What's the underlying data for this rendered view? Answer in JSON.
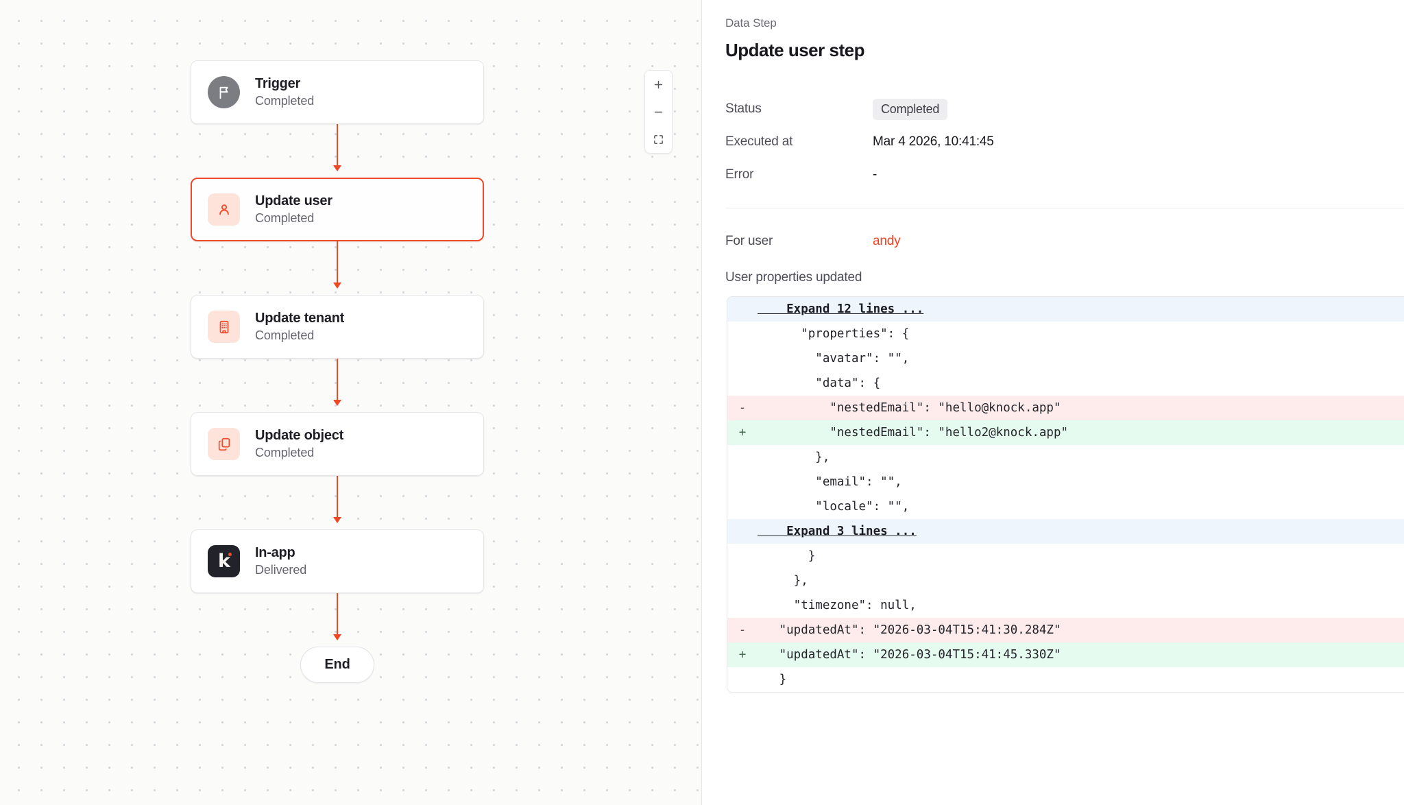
{
  "canvas": {
    "nodes": [
      {
        "title": "Trigger",
        "status": "Completed",
        "icon": "flag-icon",
        "icon_style": "grey",
        "selected": false
      },
      {
        "title": "Update user",
        "status": "Completed",
        "icon": "user-icon",
        "icon_style": "peach",
        "selected": true
      },
      {
        "title": "Update tenant",
        "status": "Completed",
        "icon": "building-icon",
        "icon_style": "peach",
        "selected": false
      },
      {
        "title": "Update object",
        "status": "Completed",
        "icon": "copy-icon",
        "icon_style": "peach",
        "selected": false
      },
      {
        "title": "In-app",
        "status": "Delivered",
        "icon": "knock-logo-icon",
        "icon_style": "dark",
        "selected": false
      }
    ],
    "end_label": "End",
    "zoom_controls": {
      "zoom_in": "plus-icon",
      "zoom_out": "minus-icon",
      "fit_view": "fit-view-icon"
    },
    "accent_color": "#f04724"
  },
  "detail": {
    "eyebrow": "Data Step",
    "title": "Update user step",
    "meta": [
      {
        "label": "Status",
        "value": "Completed",
        "kind": "badge"
      },
      {
        "label": "Executed at",
        "value": "Mar 4 2026, 10:41:45",
        "kind": "text"
      },
      {
        "label": "Error",
        "value": "-",
        "kind": "text"
      }
    ],
    "for_user": {
      "label": "For user",
      "value": "andy",
      "color": "#f0411c"
    },
    "properties_label": "User properties updated",
    "diff": [
      {
        "type": "expand",
        "gutter": "",
        "code": "    Expand 12 lines ..."
      },
      {
        "type": "ctx",
        "gutter": "",
        "code": "      \"properties\": {"
      },
      {
        "type": "ctx",
        "gutter": "",
        "code": "        \"avatar\": \"\","
      },
      {
        "type": "ctx",
        "gutter": "",
        "code": "        \"data\": {"
      },
      {
        "type": "del",
        "gutter": "-",
        "code": "          \"nestedEmail\": \"hello@knock.app\""
      },
      {
        "type": "add",
        "gutter": "+",
        "code": "          \"nestedEmail\": \"hello2@knock.app\""
      },
      {
        "type": "ctx",
        "gutter": "",
        "code": "        },"
      },
      {
        "type": "ctx",
        "gutter": "",
        "code": "        \"email\": \"\","
      },
      {
        "type": "ctx",
        "gutter": "",
        "code": "        \"locale\": \"\","
      },
      {
        "type": "expand",
        "gutter": "",
        "code": "    Expand 3 lines ..."
      },
      {
        "type": "ctx",
        "gutter": "",
        "code": "       }"
      },
      {
        "type": "ctx",
        "gutter": "",
        "code": "     },"
      },
      {
        "type": "ctx",
        "gutter": "",
        "code": "     \"timezone\": null,"
      },
      {
        "type": "del",
        "gutter": "-",
        "code": "   \"updatedAt\": \"2026-03-04T15:41:30.284Z\""
      },
      {
        "type": "add",
        "gutter": "+",
        "code": "   \"updatedAt\": \"2026-03-04T15:41:45.330Z\""
      },
      {
        "type": "ctx",
        "gutter": "",
        "code": "   }"
      }
    ]
  }
}
